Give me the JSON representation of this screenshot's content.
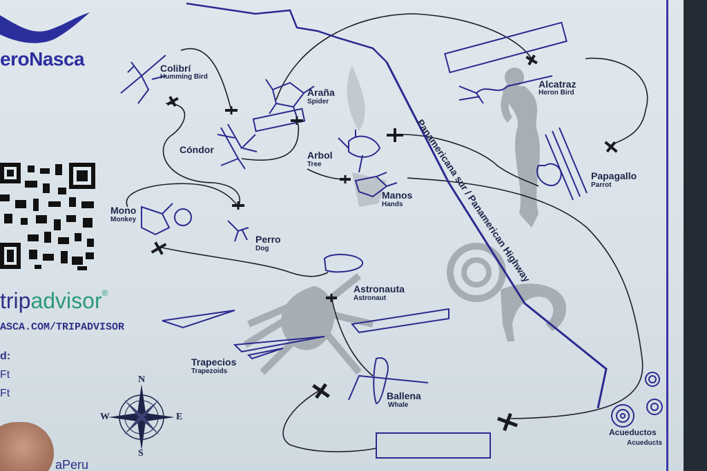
{
  "map": {
    "brand": "eroNasca",
    "tripadvisor": {
      "part1": "trip",
      "part2": "advisor",
      "mark": "®"
    },
    "url": "ASCA.COM/TRIPADVISOR",
    "side_labels": [
      "d:",
      "Ft",
      "Ft"
    ],
    "bottom_left": "aPeru",
    "highway_label": "Panamericana sur / Panamerican Highway",
    "compass": {
      "n": "N",
      "s": "S",
      "e": "E",
      "w": "W"
    },
    "figures": [
      {
        "name": "Colibrí",
        "sub": "Humming Bird"
      },
      {
        "name": "Cóndor",
        "sub": ""
      },
      {
        "name": "Araña",
        "sub": "Spider"
      },
      {
        "name": "Arbol",
        "sub": "Tree"
      },
      {
        "name": "Manos",
        "sub": "Hands"
      },
      {
        "name": "Alcatraz",
        "sub": "Heron Bird"
      },
      {
        "name": "Papagallo",
        "sub": "Parrot"
      },
      {
        "name": "Mono",
        "sub": "Monkey"
      },
      {
        "name": "Perro",
        "sub": "Dog"
      },
      {
        "name": "Astronauta",
        "sub": "Astronaut"
      },
      {
        "name": "Trapecios",
        "sub": "Trapezoids"
      },
      {
        "name": "Ballena",
        "sub": "Whale"
      },
      {
        "name": "Acueductos",
        "sub": "Acueducts"
      }
    ],
    "colors": {
      "ink": "#2b2a8f",
      "text": "#1d2448",
      "shadow": "#9aa2a8",
      "paper": "#dfe7ec"
    }
  }
}
